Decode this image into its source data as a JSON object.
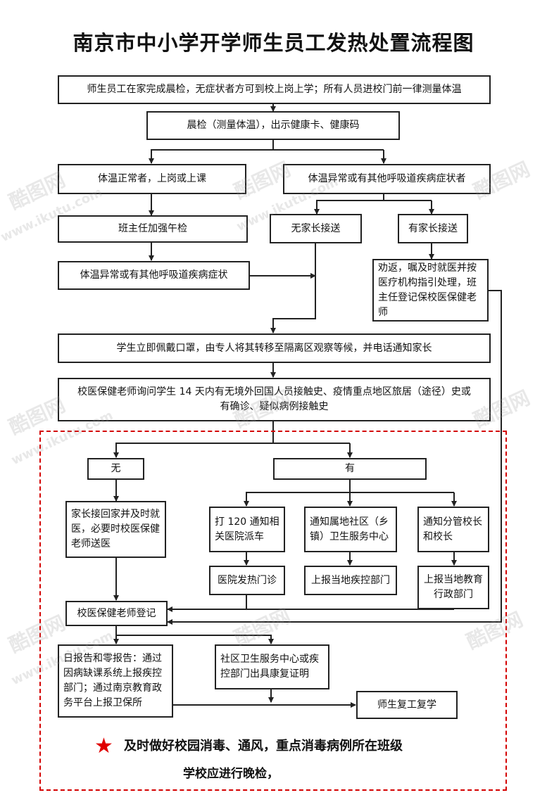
{
  "title": "南京市中小学开学师生员工发热处置流程图",
  "boxes": {
    "b1": "师生员工在家完成晨检，无症状者方可到校上岗上学；所有人员进校门前一律测量体温",
    "b2": "晨检（测量体温），出示健康卡、健康码",
    "b3": "体温正常者，上岗或上课",
    "b4": "体温异常或有其他呼吸道疾病症状者",
    "b5": "班主任加强午检",
    "b6": "无家长接送",
    "b7": "有家长接送",
    "b8": "体温异常或有其他呼吸道疾病症状",
    "b9": "劝返，嘱及时就医并按医疗机构指引处理，班主任登记保校医保健老师",
    "b10": "学生立即佩戴口罩，由专人将其转移至隔离区观察等候，并电话通知家长",
    "b11": "校医保健老师询问学生 14 天内有无境外回国人员接触史、疫情重点地区旅居（途径）史或有确诊、疑似病例接触史",
    "b12": "无",
    "b13": "有",
    "b14": "家长接回家并及时就医，必要时校医保健老师送医",
    "b15": "打 120 通知相关医院派车",
    "b16": "通知属地社区（乡镇）卫生服务中心",
    "b17": "通知分管校长和校长",
    "b18": "医院发热门诊",
    "b19": "上报当地疾控部门",
    "b20": "上报当地教育行政部门",
    "b21": "校医保健老师登记",
    "b22": "日报告和零报告：通过因病缺课系统上报疾控部门；通过南京教育政务平台上报卫保所",
    "b23": "社区卫生服务中心或疾控部门出具康复证明",
    "b24": "师生复工复学"
  },
  "notice": {
    "line1": "及时做好校园消毒、通风，重点消毒病例所在班级",
    "line2_prefix": "",
    "line2_clear": "学校应进行晚检，"
  },
  "watermark": [
    "酷图网",
    "www.ikutu.com"
  ],
  "colors": {
    "border": "#222222",
    "dashed_frame": "#d40000",
    "star": "#e00000"
  }
}
